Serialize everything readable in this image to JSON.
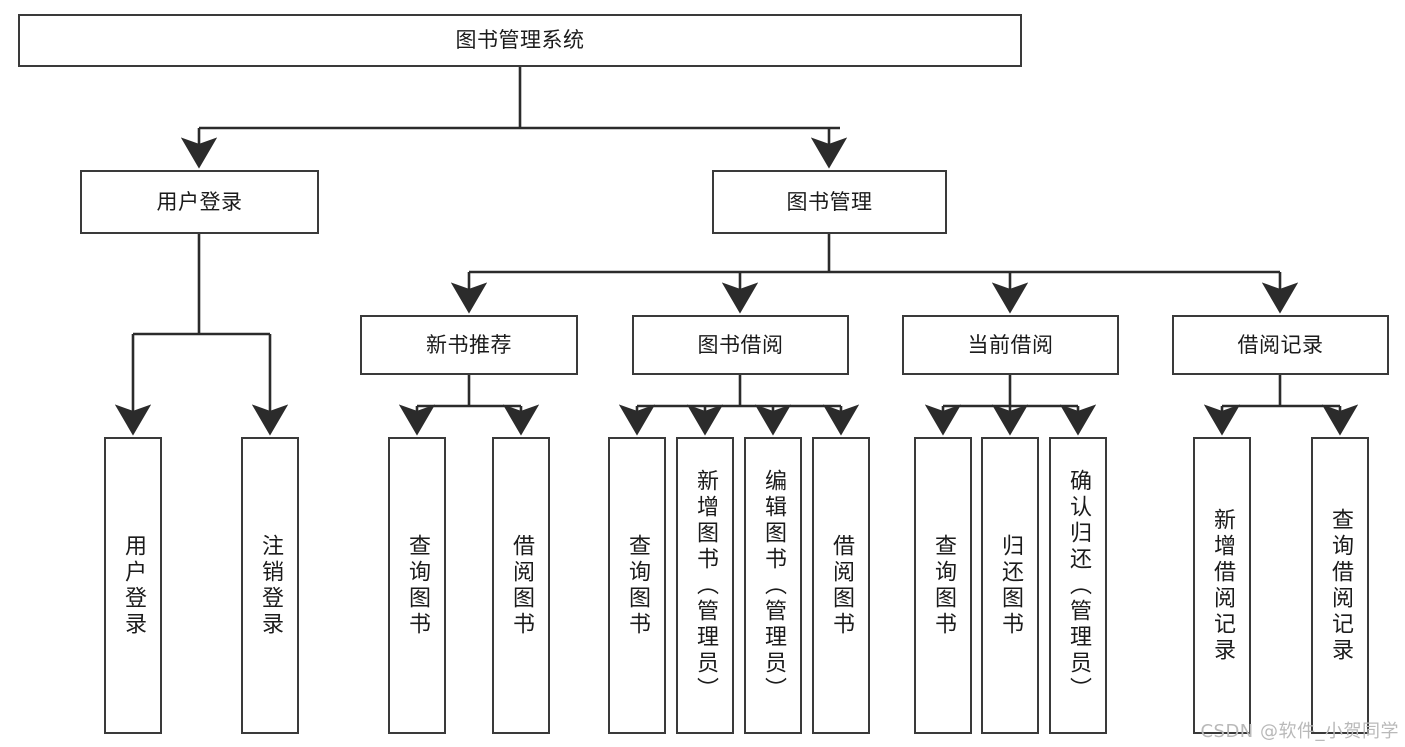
{
  "diagram": {
    "type": "tree-hierarchy",
    "title": "图书管理系统",
    "watermark": "CSDN @软件_小贺同学",
    "colors": {
      "box_border": "#3a3a3a",
      "box_fill": "#ffffff",
      "line": "#2b2b2b",
      "text": "#1b1b1b",
      "watermark": "#b9b9b9"
    },
    "levels": {
      "root": {
        "label": "图书管理系统"
      },
      "level2": [
        {
          "id": "user-login",
          "label": "用户登录"
        },
        {
          "id": "book-manage",
          "label": "图书管理"
        }
      ],
      "level3": [
        {
          "id": "new-book-rec",
          "label": "新书推荐"
        },
        {
          "id": "book-borrow",
          "label": "图书借阅"
        },
        {
          "id": "current-borrow",
          "label": "当前借阅"
        },
        {
          "id": "borrow-record",
          "label": "借阅记录"
        }
      ],
      "leaves": {
        "user_login": [
          {
            "id": "leaf-user-login",
            "label": "用户登录"
          },
          {
            "id": "leaf-logout",
            "label": "注销登录"
          }
        ],
        "new_book_rec": [
          {
            "id": "leaf-query-book-1",
            "label": "查询图书"
          },
          {
            "id": "leaf-borrow-book-1",
            "label": "借阅图书"
          }
        ],
        "book_borrow": [
          {
            "id": "leaf-query-book-2",
            "label": "查询图书"
          },
          {
            "id": "leaf-add-book",
            "label": "新增图书（管理员）"
          },
          {
            "id": "leaf-edit-book",
            "label": "编辑图书（管理员）"
          },
          {
            "id": "leaf-borrow-book-2",
            "label": "借阅图书"
          }
        ],
        "current_borrow": [
          {
            "id": "leaf-query-book-3",
            "label": "查询图书"
          },
          {
            "id": "leaf-return-book",
            "label": "归还图书"
          },
          {
            "id": "leaf-confirm-return",
            "label": "确认归还（管理员）"
          }
        ],
        "borrow_record": [
          {
            "id": "leaf-add-record",
            "label": "新增借阅记录"
          },
          {
            "id": "leaf-query-record",
            "label": "查询借阅记录"
          }
        ]
      }
    }
  }
}
